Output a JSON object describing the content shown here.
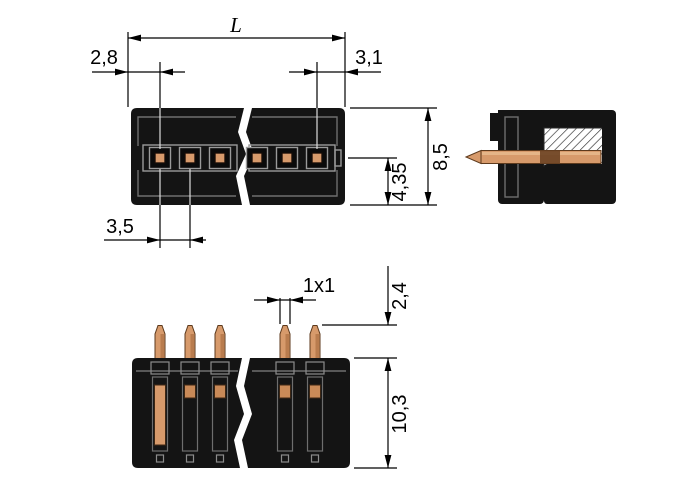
{
  "drawing": {
    "type": "connector technical drawing",
    "views": {
      "top_view": "plan view of male header",
      "side_view": "side section view with contact pin",
      "front_view": "front view with solder pins"
    },
    "labels": {
      "overall_length": "L",
      "left_edge_to_first_pin": "2,8",
      "last_pin_to_right_edge": "3,1",
      "pin_pitch": "3,5",
      "pin_axis_to_body_edge": "4,35",
      "body_depth": "8,5",
      "pin_cross_section": "1x1",
      "pin_tip_height": "2,4",
      "front_body_height": "10,3"
    },
    "colors": {
      "housing": "#141414",
      "copper": "#d79a6b",
      "copper_dark": "#b97c4e",
      "copper_light": "#e9bd92",
      "outline_gray": "#8c8c8c",
      "dimension": "#000000",
      "background": "#ffffff"
    },
    "pin_count_top_view": 6,
    "pin_count_front_view": 5
  }
}
